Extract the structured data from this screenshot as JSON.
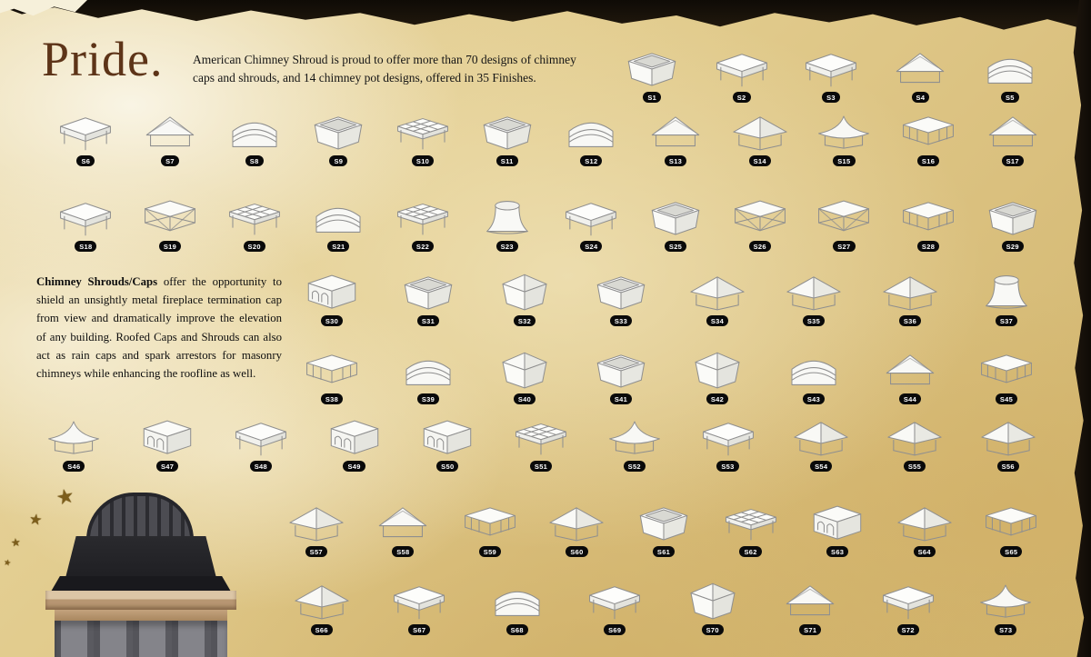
{
  "page": {
    "title": "Pride.",
    "intro": "American Chimney Shroud is proud to offer more than 70 designs of chimney caps and shrouds, and 14 chimney pot designs, offered in 35 Finishes.",
    "body_lead": "Chimney Shrouds/Caps",
    "body_text": " offer the opportunity to shield an unsightly metal fireplace termination cap from view and dramatically improve the elevation of any building. Roofed Caps and Shrouds can also act as rain caps and spark arrestors for masonry chimneys while enhancing the roofline as well."
  },
  "colors": {
    "accent_brown": "#5d3418",
    "badge_bg": "#0a0a0a",
    "badge_text": "#ffffff",
    "parchment": "#e2cc8e",
    "torn_edge": "#0f0b06",
    "star": "#7d5e1c"
  },
  "decorations": {
    "star": "★"
  },
  "catalog": {
    "rows": [
      {
        "items": [
          {
            "label": "S1",
            "shape": "open-box"
          },
          {
            "label": "S2",
            "shape": "flat-cap"
          },
          {
            "label": "S3",
            "shape": "flat-cap"
          },
          {
            "label": "S4",
            "shape": "gable"
          },
          {
            "label": "S5",
            "shape": "barrel"
          }
        ]
      },
      {
        "items": [
          {
            "label": "S6",
            "shape": "flat-cap"
          },
          {
            "label": "S7",
            "shape": "gable"
          },
          {
            "label": "S8",
            "shape": "barrel"
          },
          {
            "label": "S9",
            "shape": "open-box"
          },
          {
            "label": "S10",
            "shape": "flat-grid"
          },
          {
            "label": "S11",
            "shape": "open-box"
          },
          {
            "label": "S12",
            "shape": "barrel"
          },
          {
            "label": "S13",
            "shape": "gable"
          },
          {
            "label": "S14",
            "shape": "hip-roof"
          },
          {
            "label": "S15",
            "shape": "pagoda"
          },
          {
            "label": "S16",
            "shape": "louver"
          },
          {
            "label": "S17",
            "shape": "gable"
          }
        ]
      },
      {
        "items": [
          {
            "label": "S18",
            "shape": "flat-cap"
          },
          {
            "label": "S19",
            "shape": "trellis"
          },
          {
            "label": "S20",
            "shape": "flat-grid"
          },
          {
            "label": "S21",
            "shape": "barrel"
          },
          {
            "label": "S22",
            "shape": "flat-grid"
          },
          {
            "label": "S23",
            "shape": "cylinder"
          },
          {
            "label": "S24",
            "shape": "flat-cap"
          },
          {
            "label": "S25",
            "shape": "open-box"
          },
          {
            "label": "S26",
            "shape": "trellis"
          },
          {
            "label": "S27",
            "shape": "trellis"
          },
          {
            "label": "S28",
            "shape": "louver"
          },
          {
            "label": "S29",
            "shape": "open-box"
          }
        ]
      },
      {
        "items": [
          {
            "label": "S30",
            "shape": "arched-panel"
          },
          {
            "label": "S31",
            "shape": "open-box"
          },
          {
            "label": "S32",
            "shape": "pyramid-base"
          },
          {
            "label": "S33",
            "shape": "open-box"
          },
          {
            "label": "S34",
            "shape": "hip-roof"
          },
          {
            "label": "S35",
            "shape": "hip-roof"
          },
          {
            "label": "S36",
            "shape": "hip-roof"
          },
          {
            "label": "S37",
            "shape": "cylinder"
          }
        ]
      },
      {
        "items": [
          {
            "label": "S38",
            "shape": "louver"
          },
          {
            "label": "S39",
            "shape": "barrel"
          },
          {
            "label": "S40",
            "shape": "pyramid-base"
          },
          {
            "label": "S41",
            "shape": "open-box"
          },
          {
            "label": "S42",
            "shape": "pyramid-base"
          },
          {
            "label": "S43",
            "shape": "barrel"
          },
          {
            "label": "S44",
            "shape": "gable"
          },
          {
            "label": "S45",
            "shape": "louver"
          }
        ]
      },
      {
        "items": [
          {
            "label": "S46",
            "shape": "pagoda"
          },
          {
            "label": "S47",
            "shape": "arched-panel"
          },
          {
            "label": "S48",
            "shape": "flat-cap"
          },
          {
            "label": "S49",
            "shape": "arched-panel"
          },
          {
            "label": "S50",
            "shape": "arched-panel"
          },
          {
            "label": "S51",
            "shape": "flat-grid"
          },
          {
            "label": "S52",
            "shape": "pagoda"
          },
          {
            "label": "S53",
            "shape": "flat-cap"
          },
          {
            "label": "S54",
            "shape": "hip-roof"
          },
          {
            "label": "S55",
            "shape": "hip-roof"
          },
          {
            "label": "S56",
            "shape": "hip-roof"
          }
        ]
      },
      {
        "items": [
          {
            "label": "S57",
            "shape": "hip-roof"
          },
          {
            "label": "S58",
            "shape": "gable"
          },
          {
            "label": "S59",
            "shape": "louver"
          },
          {
            "label": "S60",
            "shape": "hip-roof"
          },
          {
            "label": "S61",
            "shape": "open-box"
          },
          {
            "label": "S62",
            "shape": "flat-grid"
          },
          {
            "label": "S63",
            "shape": "arched-panel"
          },
          {
            "label": "S64",
            "shape": "hip-roof"
          },
          {
            "label": "S65",
            "shape": "louver"
          }
        ]
      },
      {
        "items": [
          {
            "label": "S66",
            "shape": "hip-roof"
          },
          {
            "label": "S67",
            "shape": "flat-cap"
          },
          {
            "label": "S68",
            "shape": "barrel"
          },
          {
            "label": "S69",
            "shape": "flat-cap"
          },
          {
            "label": "S70",
            "shape": "pyramid-base"
          },
          {
            "label": "S71",
            "shape": "gable"
          },
          {
            "label": "S72",
            "shape": "flat-cap"
          },
          {
            "label": "S73",
            "shape": "pagoda"
          }
        ]
      }
    ]
  }
}
